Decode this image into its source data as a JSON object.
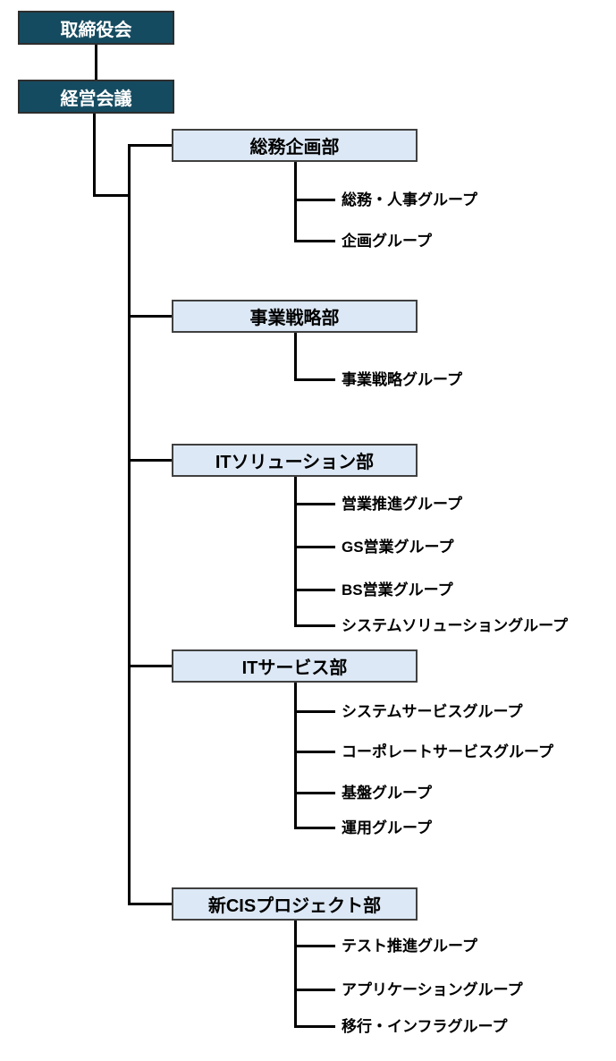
{
  "org_chart": {
    "executive_nodes": [
      {
        "label": "取締役会"
      },
      {
        "label": "経営会議"
      }
    ],
    "departments": [
      {
        "name": "総務企画部",
        "groups": [
          "総務・人事グループ",
          "企画グループ"
        ]
      },
      {
        "name": "事業戦略部",
        "groups": [
          "事業戦略グループ"
        ]
      },
      {
        "name": "ITソリューション部",
        "groups": [
          "営業推進グループ",
          "GS営業グループ",
          "BS営業グループ",
          "システムソリューショングループ"
        ]
      },
      {
        "name": "ITサービス部",
        "groups": [
          "システムサービスグループ",
          "コーポレートサービスグループ",
          "基盤グループ",
          "運用グループ"
        ]
      },
      {
        "name": "新CISプロジェクト部",
        "groups": [
          "テスト推進グループ",
          "アプリケーショングループ",
          "移行・インフラグループ"
        ]
      }
    ],
    "colors": {
      "executive_fill": "#154B60",
      "executive_text": "#FFFFFF",
      "department_fill": "#DCE8F5",
      "department_text": "#000000",
      "connector_line": "#000000",
      "box_border": "#404040"
    }
  }
}
